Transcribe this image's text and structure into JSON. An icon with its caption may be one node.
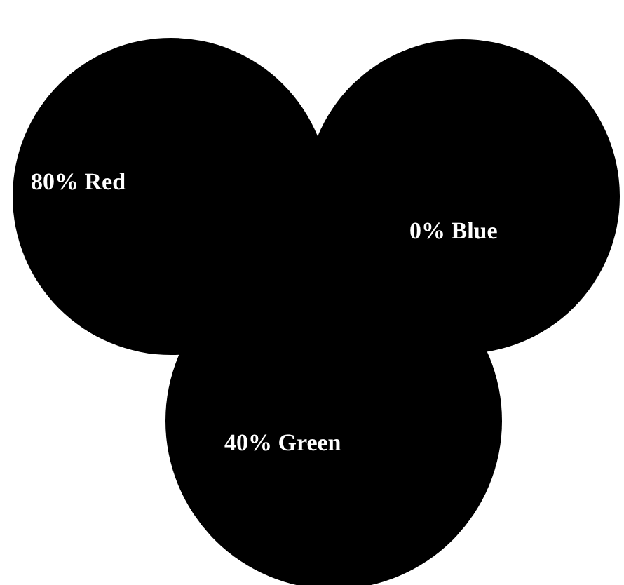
{
  "diagram": {
    "nodes": [
      {
        "text": [
          "80% Red"
        ]
      },
      {
        "text": [
          "0% Blue"
        ]
      },
      {
        "text": [
          "40% Green"
        ]
      }
    ]
  }
}
